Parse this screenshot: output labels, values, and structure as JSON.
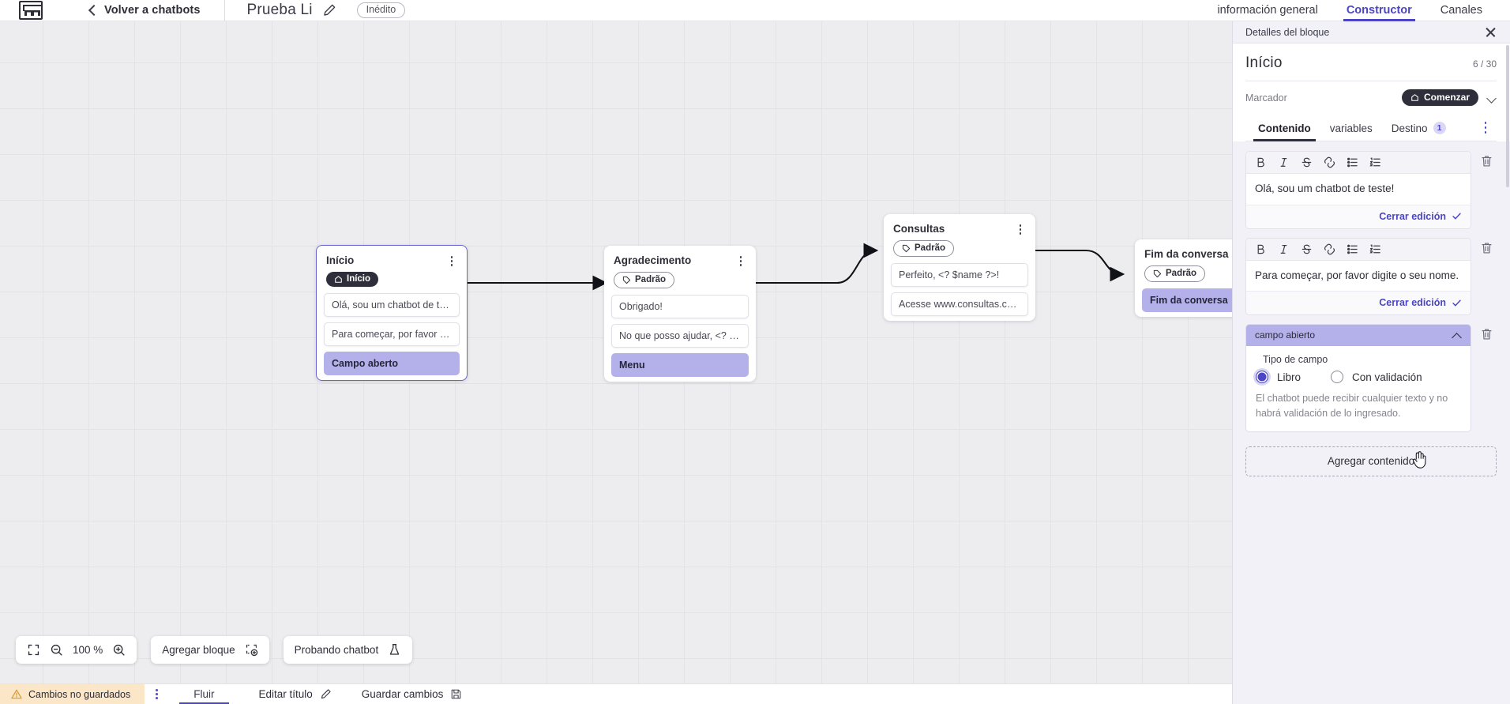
{
  "topbar": {
    "logo_name": "app-logo",
    "back_label": "Volver a chatbots",
    "bot_title": "Prueba Li",
    "status_badge": "Inédito",
    "tabs": [
      {
        "label": "información general",
        "active": false
      },
      {
        "label": "Constructor",
        "active": true
      },
      {
        "label": "Canales",
        "active": false
      }
    ]
  },
  "canvas": {
    "zoom_level": "100 %",
    "toolbar": {
      "fit_icon": "fit-screen-icon",
      "zoom_out_icon": "zoom-out-icon",
      "zoom_in_icon": "zoom-in-icon",
      "add_block_label": "Agregar bloque",
      "test_chatbot_label": "Probando chatbot"
    },
    "nodes": [
      {
        "id": "inicio",
        "title": "Início",
        "tag": "Início",
        "tag_type": "start",
        "selected": true,
        "items": [
          {
            "text": "Olá, sou um chatbot de teste!",
            "highlight": false
          },
          {
            "text": "Para começar, por favor digite o ...",
            "highlight": false
          },
          {
            "text": "Campo aberto",
            "highlight": true
          }
        ]
      },
      {
        "id": "agradecimento",
        "title": "Agradecimento",
        "tag": "Padrão",
        "tag_type": "padrao",
        "selected": false,
        "items": [
          {
            "text": "Obrigado!",
            "highlight": false
          },
          {
            "text": "No que posso ajudar, <? $name ...",
            "highlight": false
          },
          {
            "text": "Menu",
            "highlight": true
          }
        ]
      },
      {
        "id": "consultas",
        "title": "Consultas",
        "tag": "Padrão",
        "tag_type": "padrao",
        "selected": false,
        "items": [
          {
            "text": "Perfeito, <? $name ?>!",
            "highlight": false
          },
          {
            "text": "Acesse www.consultas.com par...",
            "highlight": false
          }
        ]
      },
      {
        "id": "fim",
        "title": "Fim da conversa",
        "tag": "Padrão",
        "tag_type": "padrao",
        "selected": false,
        "items": [
          {
            "text": "Fim da conversa",
            "highlight": true
          }
        ]
      }
    ]
  },
  "bottombar": {
    "unsaved_label": "Cambios no guardados",
    "flow_tab": "Fluir",
    "edit_title_label": "Editar título",
    "save_label": "Guardar cambios"
  },
  "panel": {
    "header_title": "Detalles del bloque",
    "block_title": "Início",
    "counter": "6 / 30",
    "marcador_label": "Marcador",
    "marcador_chip": "Comenzar",
    "tabs": [
      {
        "label": "Contenido",
        "active": true,
        "badge": ""
      },
      {
        "label": "variables",
        "active": false,
        "badge": ""
      },
      {
        "label": "Destino",
        "active": false,
        "badge": "1"
      }
    ],
    "editors": [
      {
        "text": "Olá, sou um chatbot de teste!",
        "close_label": "Cerrar edición"
      },
      {
        "text": "Para começar, por favor digite o seu nome.",
        "close_label": "Cerrar edición"
      }
    ],
    "format_icons": [
      "bold-icon",
      "italic-icon",
      "strikethrough-icon",
      "link-icon",
      "bullet-list-icon",
      "numbered-list-icon"
    ],
    "field": {
      "header": "campo abierto",
      "type_label": "Tipo de campo",
      "options": [
        {
          "label": "Libro",
          "selected": true
        },
        {
          "label": "Con validación",
          "selected": false
        }
      ],
      "hint": "El chatbot puede recibir cualquier texto y no habrá validación de lo ingresado."
    },
    "add_content_label": "Agregar contenido"
  },
  "colors": {
    "accent": "#4b45c6",
    "highlight": "#b3b0ea",
    "panel_bg": "#f2f1f8",
    "dark": "#2f2f3b",
    "warning_bg": "#fbe6c8"
  }
}
